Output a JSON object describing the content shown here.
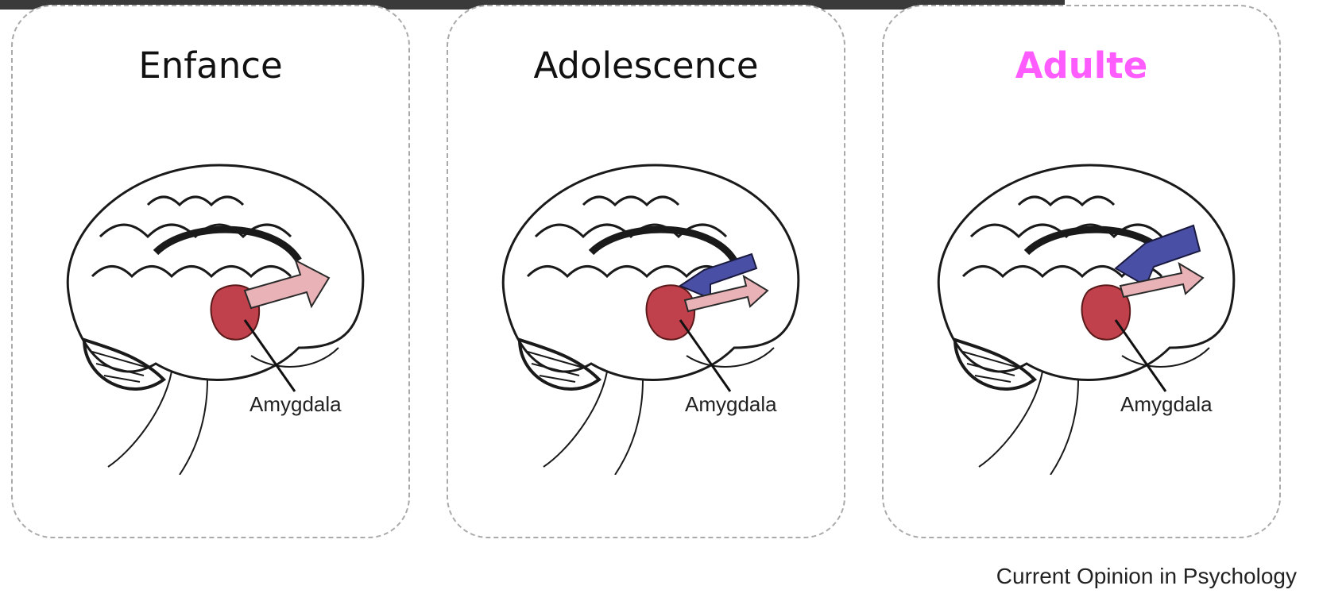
{
  "panels": [
    {
      "stage": "Enfance",
      "structure_label": "Amygdala",
      "arrows": [
        "pink"
      ]
    },
    {
      "stage": "Adolescence",
      "structure_label": "Amygdala",
      "arrows": [
        "pink",
        "blue"
      ]
    },
    {
      "stage": "Adulte",
      "structure_label": "Amygdala",
      "arrows": [
        "pink",
        "blue"
      ]
    }
  ],
  "source": "Current Opinion in Psychology",
  "colors": {
    "highlight_stage": "#ff5cff",
    "amygdala": "#c0404c",
    "arrow_pink": "#e8b2b6",
    "arrow_blue": "#4a4fa6",
    "dashed_border": "#aaaaaa"
  }
}
